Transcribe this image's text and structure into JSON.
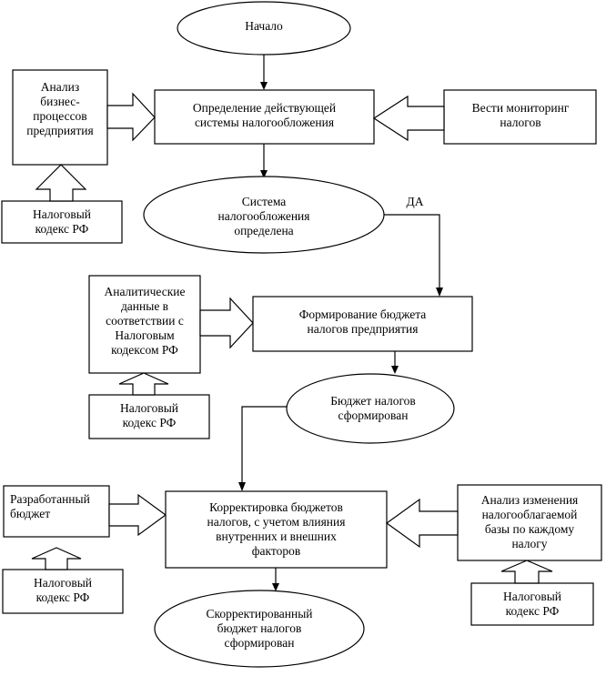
{
  "nodes": {
    "start": "Начало",
    "define": "Определение  действующей\nсистемы налогообложения",
    "analysis": "Анализ\nбизнес-\nпроцессов\nпредприятия",
    "tax_code_1": "Налоговый\nкодекс РФ",
    "monitoring": "Вести мониторинг\nналогов",
    "system_defined": "Система\nналогообложения\nопределена",
    "yes": "ДА",
    "analytical_data": "Аналитические\nданные в\nсоответствии с\nНалоговым\nкодексом РФ",
    "tax_code_2": "Налоговый\nкодекс РФ",
    "form_budget": "Формирование бюджета\nналогов предприятия",
    "budget_formed": "Бюджет налогов\nсформирован",
    "developed_budget": "Разработанный\nбюджет",
    "tax_code_3": "Налоговый\nкодекс РФ",
    "adjust": "Корректировка бюджетов\nналогов, с учетом влияния\nвнутренних и внешних\nфакторов",
    "base_change": "Анализ изменения\nналогооблагаемой\nбазы по каждому\nналогу",
    "tax_code_4": "Налоговый\nкодекс РФ",
    "adjusted_budget": "Скорректированный\nбюджет налогов\nсформирован"
  }
}
